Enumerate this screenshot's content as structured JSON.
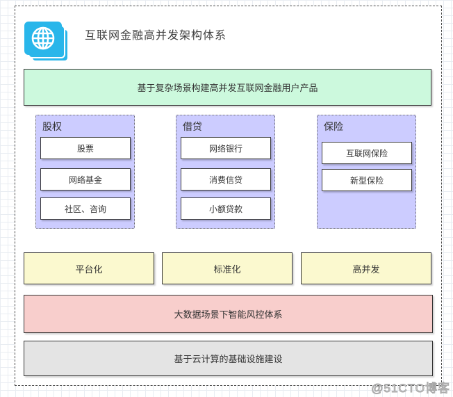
{
  "watermark": "@51CTO博客",
  "header": {
    "title": "互联网金融高并发架构体系",
    "icon": "globe-stack"
  },
  "banners": {
    "product": "基于复杂场景构建高并发互联网金融用户产品",
    "risk": "大数据场景下智能风控体系",
    "infra": "基于云计算的基础设施建设"
  },
  "groups": [
    {
      "name": "股权",
      "items": [
        "股票",
        "网络基金",
        "社区、咨询"
      ]
    },
    {
      "name": "借贷",
      "items": [
        "网络银行",
        "消费信贷",
        "小额贷款"
      ]
    },
    {
      "name": "保险",
      "items": [
        "互联网保险",
        "新型保险"
      ]
    }
  ],
  "capabilities": [
    "平台化",
    "标准化",
    "高并发"
  ],
  "colors": {
    "accent_blue": "#29b6ea",
    "banner_green": "#ccf9dd",
    "group_purple": "#ccccff",
    "capability_yellow": "#fbf9cf",
    "risk_pink": "#f8cecc",
    "infra_gray": "#e4e4e4"
  }
}
